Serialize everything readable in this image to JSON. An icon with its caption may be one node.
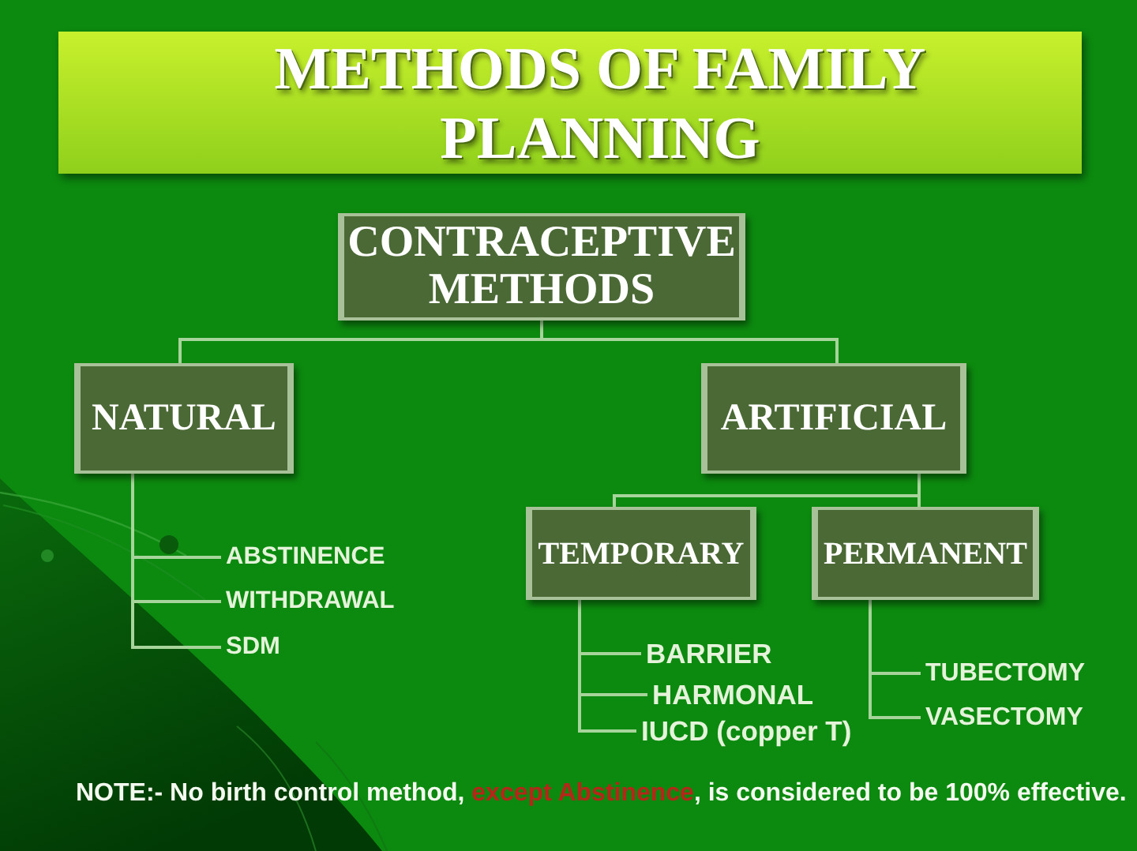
{
  "diagram": {
    "title": "METHODS OF FAMILY PLANNING",
    "nodes": [
      {
        "text": [
          "CONTRACEPTIVE METHODS"
        ]
      },
      {
        "text": [
          "NATURAL"
        ]
      },
      {
        "text": [
          "ARTIFICIAL"
        ]
      },
      {
        "text": [
          "TEMPORARY"
        ]
      },
      {
        "text": [
          "PERMANENT"
        ]
      },
      {
        "text": [
          "ABSTINENCE"
        ]
      },
      {
        "text": [
          "WITHDRAWAL"
        ]
      },
      {
        "text": [
          "SDM"
        ]
      },
      {
        "text": [
          "BARRIER"
        ]
      },
      {
        "text": [
          "HARMONAL"
        ]
      },
      {
        "text": [
          "IUCD (copper T)"
        ]
      },
      {
        "text": [
          "TUBECTOMY"
        ]
      },
      {
        "text": [
          "VASECTOMY"
        ]
      }
    ],
    "edges": [
      {
        "from": 0,
        "to": 1,
        "arrow": "none"
      },
      {
        "from": 0,
        "to": 2,
        "arrow": "none"
      },
      {
        "from": 2,
        "to": 3,
        "arrow": "none"
      },
      {
        "from": 2,
        "to": 4,
        "arrow": "none"
      },
      {
        "from": 1,
        "to": 5,
        "arrow": "none"
      },
      {
        "from": 1,
        "to": 6,
        "arrow": "none"
      },
      {
        "from": 1,
        "to": 7,
        "arrow": "none"
      },
      {
        "from": 3,
        "to": 8,
        "arrow": "none"
      },
      {
        "from": 3,
        "to": 9,
        "arrow": "none"
      },
      {
        "from": 3,
        "to": 10,
        "arrow": "none"
      },
      {
        "from": 4,
        "to": 11,
        "arrow": "none"
      },
      {
        "from": 4,
        "to": 12,
        "arrow": "none"
      }
    ],
    "labels": [
      "NOTE:- No birth control method, **except Abstinence**, is considered to be 100% effective."
    ]
  }
}
